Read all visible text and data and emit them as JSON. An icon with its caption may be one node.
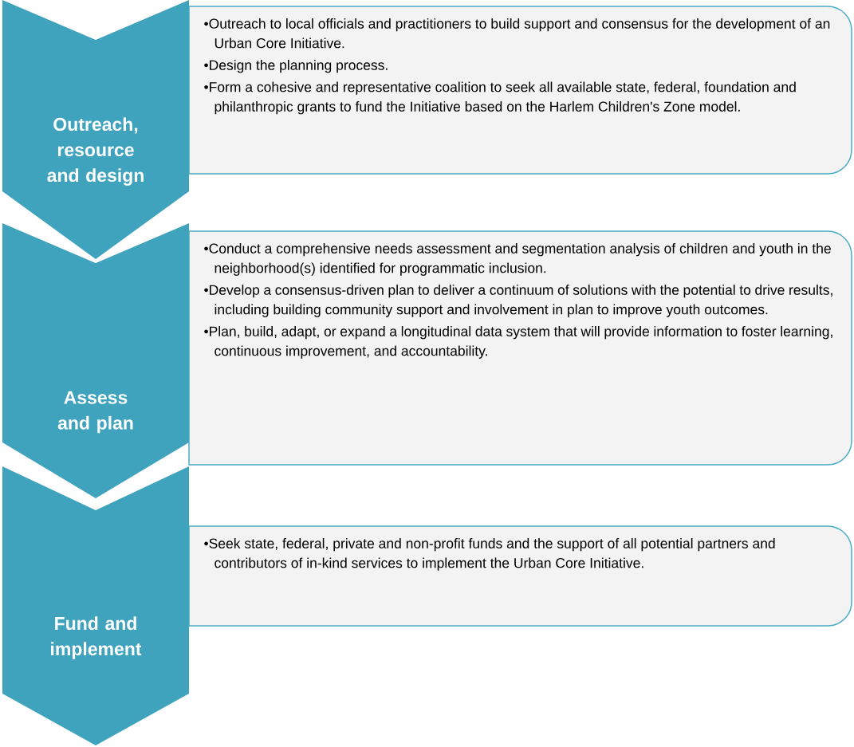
{
  "diagram": {
    "nodes": [
      {
        "text": [
          "Outreach, resource and design"
        ]
      },
      {
        "text": [
          "•Outreach to local officials and practitioners to build support and consensus for the development of an Urban Core Initiative.",
          "•Design the planning process.",
          "•Form a cohesive and representative coalition to seek all available state, federal, foundation and philanthropic grants to fund the Initiative based on the Harlem Children's Zone model."
        ]
      },
      {
        "text": [
          "Assess and plan"
        ]
      },
      {
        "text": [
          "•Conduct a comprehensive needs assessment and segmentation analysis of children and youth in the neighborhood(s) identified for programmatic inclusion.",
          "•Develop a consensus-driven plan to deliver a continuum of solutions with the potential to drive results, including building community support and involvement in plan to improve youth outcomes.",
          "•Plan, build, adapt, or expand a longitudinal data system that will provide information to foster learning, continuous improvement, and accountability."
        ]
      },
      {
        "text": [
          "Fund and implement"
        ]
      },
      {
        "text": [
          "•Seek state, federal, private and non-profit funds and the support of all potential partners and contributors of in-kind services to implement the Urban Core Initiative."
        ]
      }
    ]
  }
}
